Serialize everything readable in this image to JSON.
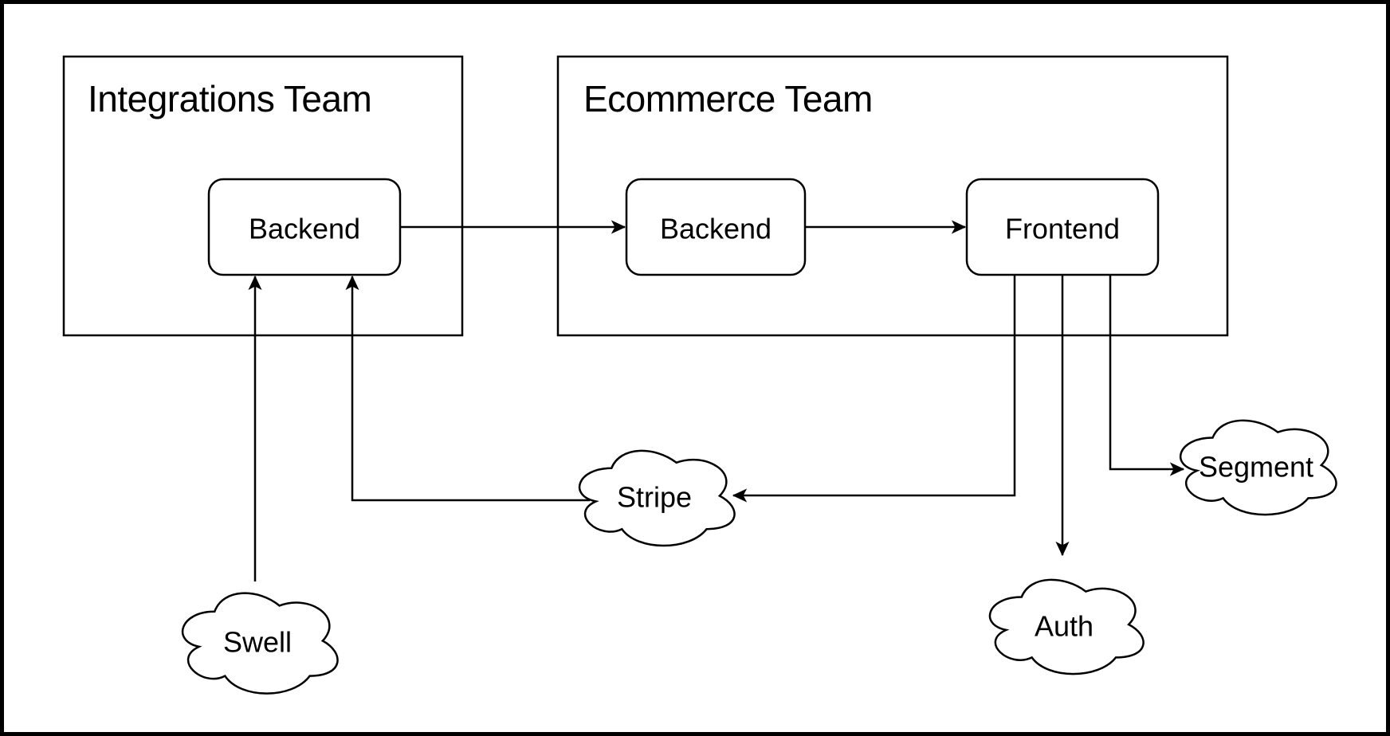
{
  "diagram": {
    "teams": [
      {
        "label": "Integrations Team"
      },
      {
        "label": "Ecommerce Team"
      }
    ],
    "nodes": [
      {
        "label": "Backend"
      },
      {
        "label": "Backend"
      },
      {
        "label": "Frontend"
      }
    ],
    "clouds": [
      {
        "label": "Swell"
      },
      {
        "label": "Stripe"
      },
      {
        "label": "Auth"
      },
      {
        "label": "Segment"
      }
    ],
    "edges": [
      {
        "from": "Integrations Team Backend",
        "to": "Ecommerce Team Backend"
      },
      {
        "from": "Ecommerce Team Backend",
        "to": "Frontend"
      },
      {
        "from": "Swell",
        "to": "Integrations Team Backend"
      },
      {
        "from": "Stripe",
        "to": "Integrations Team Backend"
      },
      {
        "from": "Frontend",
        "to": "Stripe"
      },
      {
        "from": "Frontend",
        "to": "Auth"
      },
      {
        "from": "Frontend",
        "to": "Segment"
      }
    ],
    "colors": {
      "stroke": "#000000",
      "background": "#ffffff"
    }
  }
}
